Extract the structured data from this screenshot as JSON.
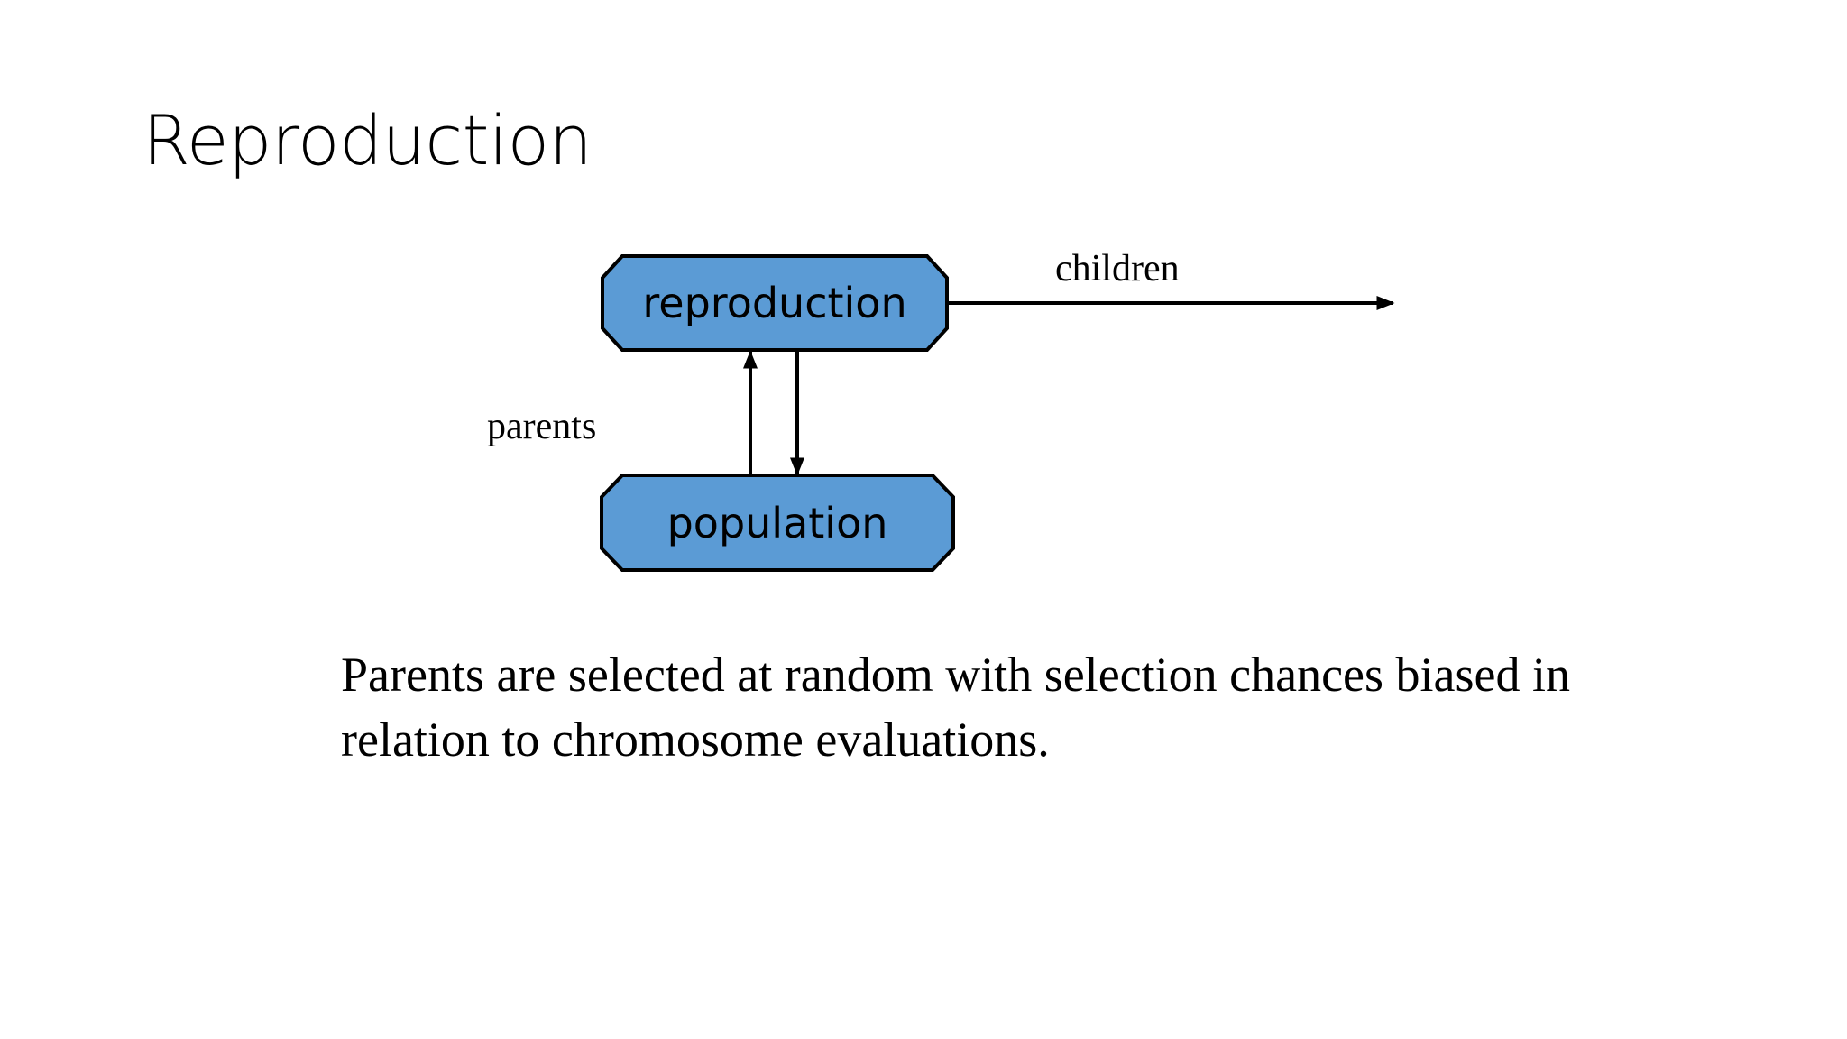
{
  "slide": {
    "title": "Reproduction",
    "background_color": "#FFFFFF",
    "text_color": "#000000"
  },
  "diagram": {
    "type": "flow-diagram",
    "node_fill_color": "#5B9BD5",
    "node_stroke_color": "#000000",
    "nodes": [
      {
        "id": "reproduction",
        "label": "reproduction",
        "shape": "octagon"
      },
      {
        "id": "population",
        "label": "population",
        "shape": "octagon"
      }
    ],
    "edges": [
      {
        "id": "children",
        "label": "children",
        "from": "reproduction",
        "to": "",
        "direction": "right"
      },
      {
        "id": "parents",
        "label": "parents",
        "from": "population",
        "to": "reproduction",
        "direction": "up"
      },
      {
        "id": "offspring-return",
        "label": "",
        "from": "reproduction",
        "to": "population",
        "direction": "down"
      }
    ]
  },
  "body": {
    "paragraph": "Parents are selected at random with selection chances biased in relation to chromosome evaluations."
  }
}
